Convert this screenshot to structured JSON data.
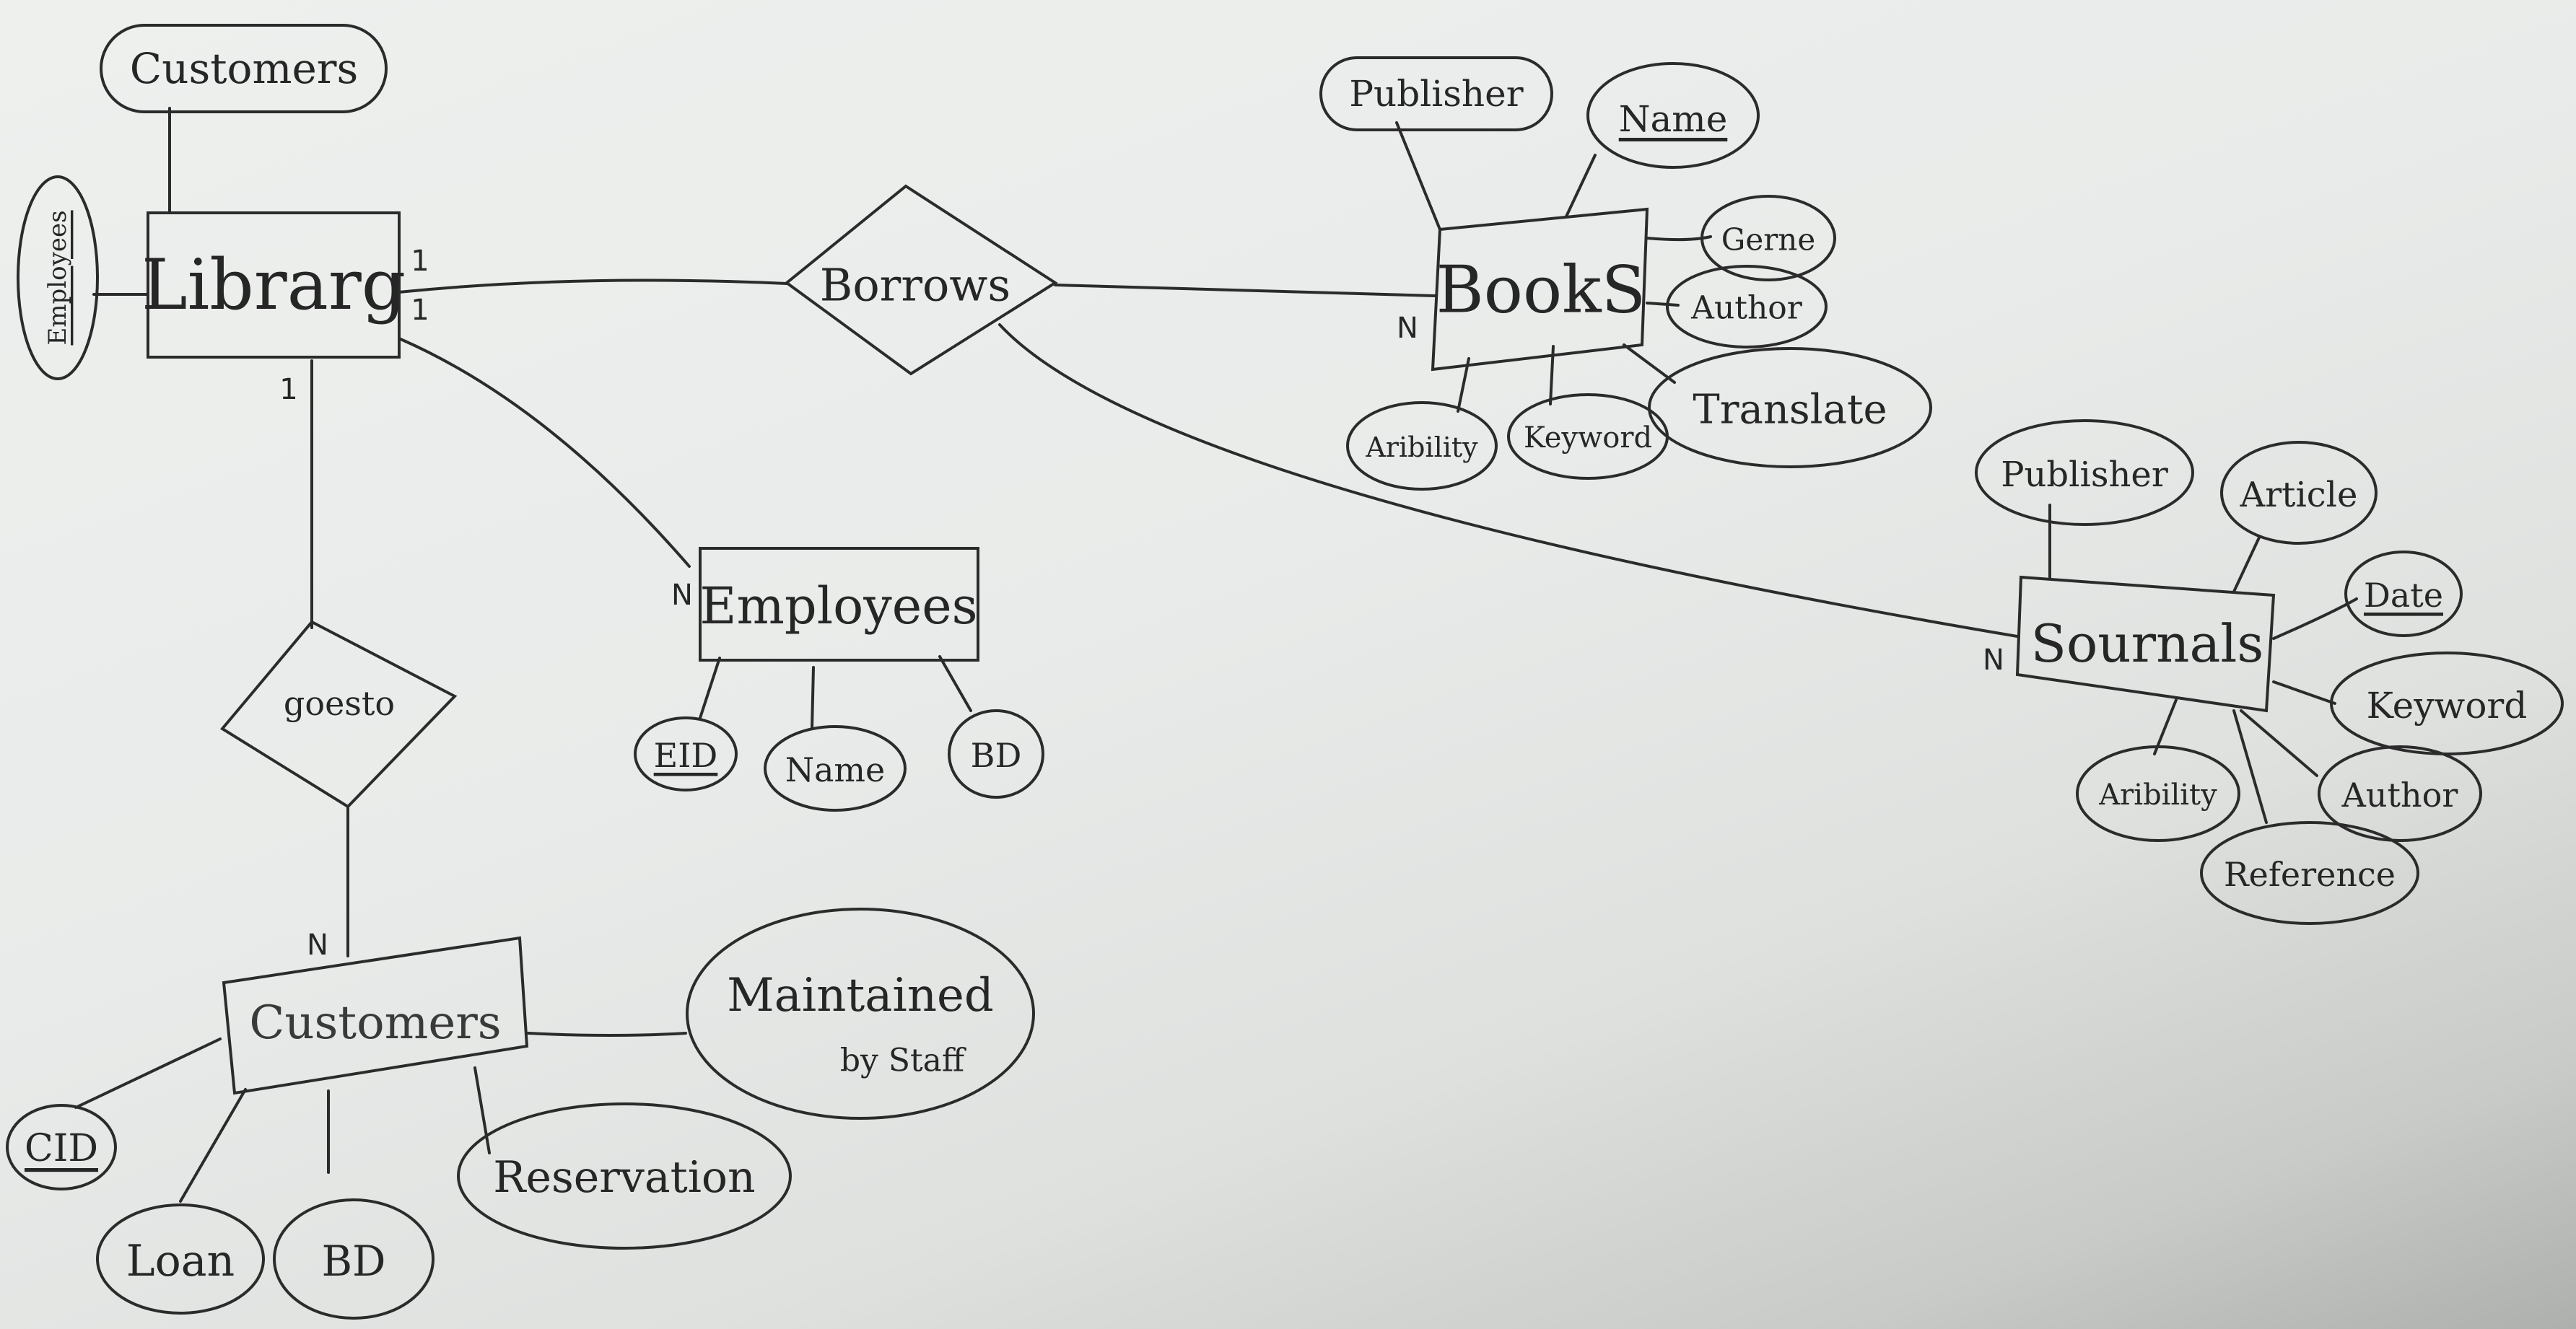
{
  "entities": {
    "library": "Librarg",
    "books": "BookS",
    "journals": "Sournals",
    "employees": "Employees",
    "customers": "Customers"
  },
  "relationships": {
    "borrows": "Borrows",
    "goes_to": "goesto"
  },
  "attributes": {
    "library_customers": "Customers",
    "library_employees": "Employees",
    "books_publisher": "Publisher",
    "books_name": "Name",
    "books_genre": "Gerne",
    "books_author": "Author",
    "books_translate": "Translate",
    "books_availability": "Aribility",
    "books_keyword": "Keyword",
    "journals_publisher": "Publisher",
    "journals_article": "Article",
    "journals_date": "Date",
    "journals_keyword": "Keyword",
    "journals_author": "Author",
    "journals_reference": "Reference",
    "journals_availability": "Aribility",
    "employees_eid": "EID",
    "employees_name": "Name",
    "employees_bd": "BD",
    "customers_cid": "CID",
    "customers_loan": "Loan",
    "customers_bd": "BD",
    "customers_reservation": "Reservation",
    "customers_maintained_1": "Maintained",
    "customers_maintained_2": "by Staff"
  },
  "cardinalities": {
    "library_borrows_1": "1",
    "library_borrows_2": "1",
    "library_goesto": "1",
    "books": "N",
    "journals": "N",
    "employees": "N",
    "customers": "N"
  },
  "colors": {
    "ink": "#2b2b2b",
    "paper": "#eceeec"
  }
}
